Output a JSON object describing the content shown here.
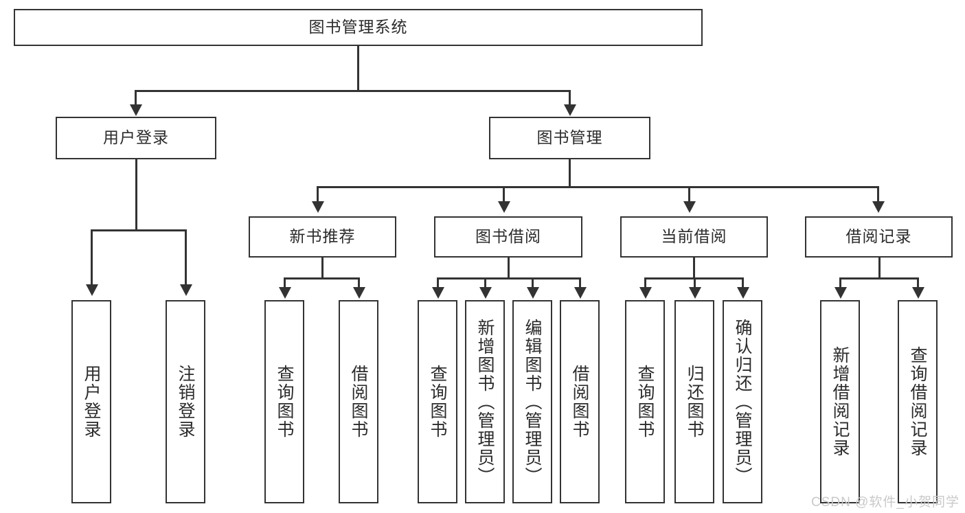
{
  "diagram": {
    "title": "图书管理系统",
    "type": "tree-hierarchy-chart",
    "watermark": "CSDN @软件_小贺同学",
    "colors": {
      "box_border": "#333333",
      "box_fill": "#ffffff",
      "connector": "#333333",
      "text": "#2b2b2b",
      "watermark": "#c9c9c9",
      "background": "#ffffff"
    },
    "root": {
      "label": "图书管理系统"
    },
    "level2": [
      {
        "id": "user-login",
        "label": "用户登录"
      },
      {
        "id": "book-management",
        "label": "图书管理"
      }
    ],
    "level3": [
      {
        "id": "new-book-recommend",
        "label": "新书推荐"
      },
      {
        "id": "book-borrow",
        "label": "图书借阅"
      },
      {
        "id": "current-borrow",
        "label": "当前借阅"
      },
      {
        "id": "borrow-record",
        "label": "借阅记录"
      }
    ],
    "leaves": {
      "user_login": [
        {
          "id": "leaf-user-login",
          "label": "用户登录"
        },
        {
          "id": "leaf-user-logout",
          "label": "注销登录"
        }
      ],
      "new_book_recommend": [
        {
          "id": "leaf-query-book-1",
          "label": "查询图书"
        },
        {
          "id": "leaf-borrow-book-1",
          "label": "借阅图书"
        }
      ],
      "book_borrow": [
        {
          "id": "leaf-query-book-2",
          "label": "查询图书"
        },
        {
          "id": "leaf-add-book",
          "label": "新增图书（管理员）"
        },
        {
          "id": "leaf-edit-book",
          "label": "编辑图书（管理员）"
        },
        {
          "id": "leaf-borrow-book-2",
          "label": "借阅图书"
        }
      ],
      "current_borrow": [
        {
          "id": "leaf-query-book-3",
          "label": "查询图书"
        },
        {
          "id": "leaf-return-book",
          "label": "归还图书"
        },
        {
          "id": "leaf-confirm-return",
          "label": "确认归还（管理员）"
        }
      ],
      "borrow_record": [
        {
          "id": "leaf-add-record",
          "label": "新增借阅记录"
        },
        {
          "id": "leaf-query-record",
          "label": "查询借阅记录"
        }
      ]
    }
  }
}
